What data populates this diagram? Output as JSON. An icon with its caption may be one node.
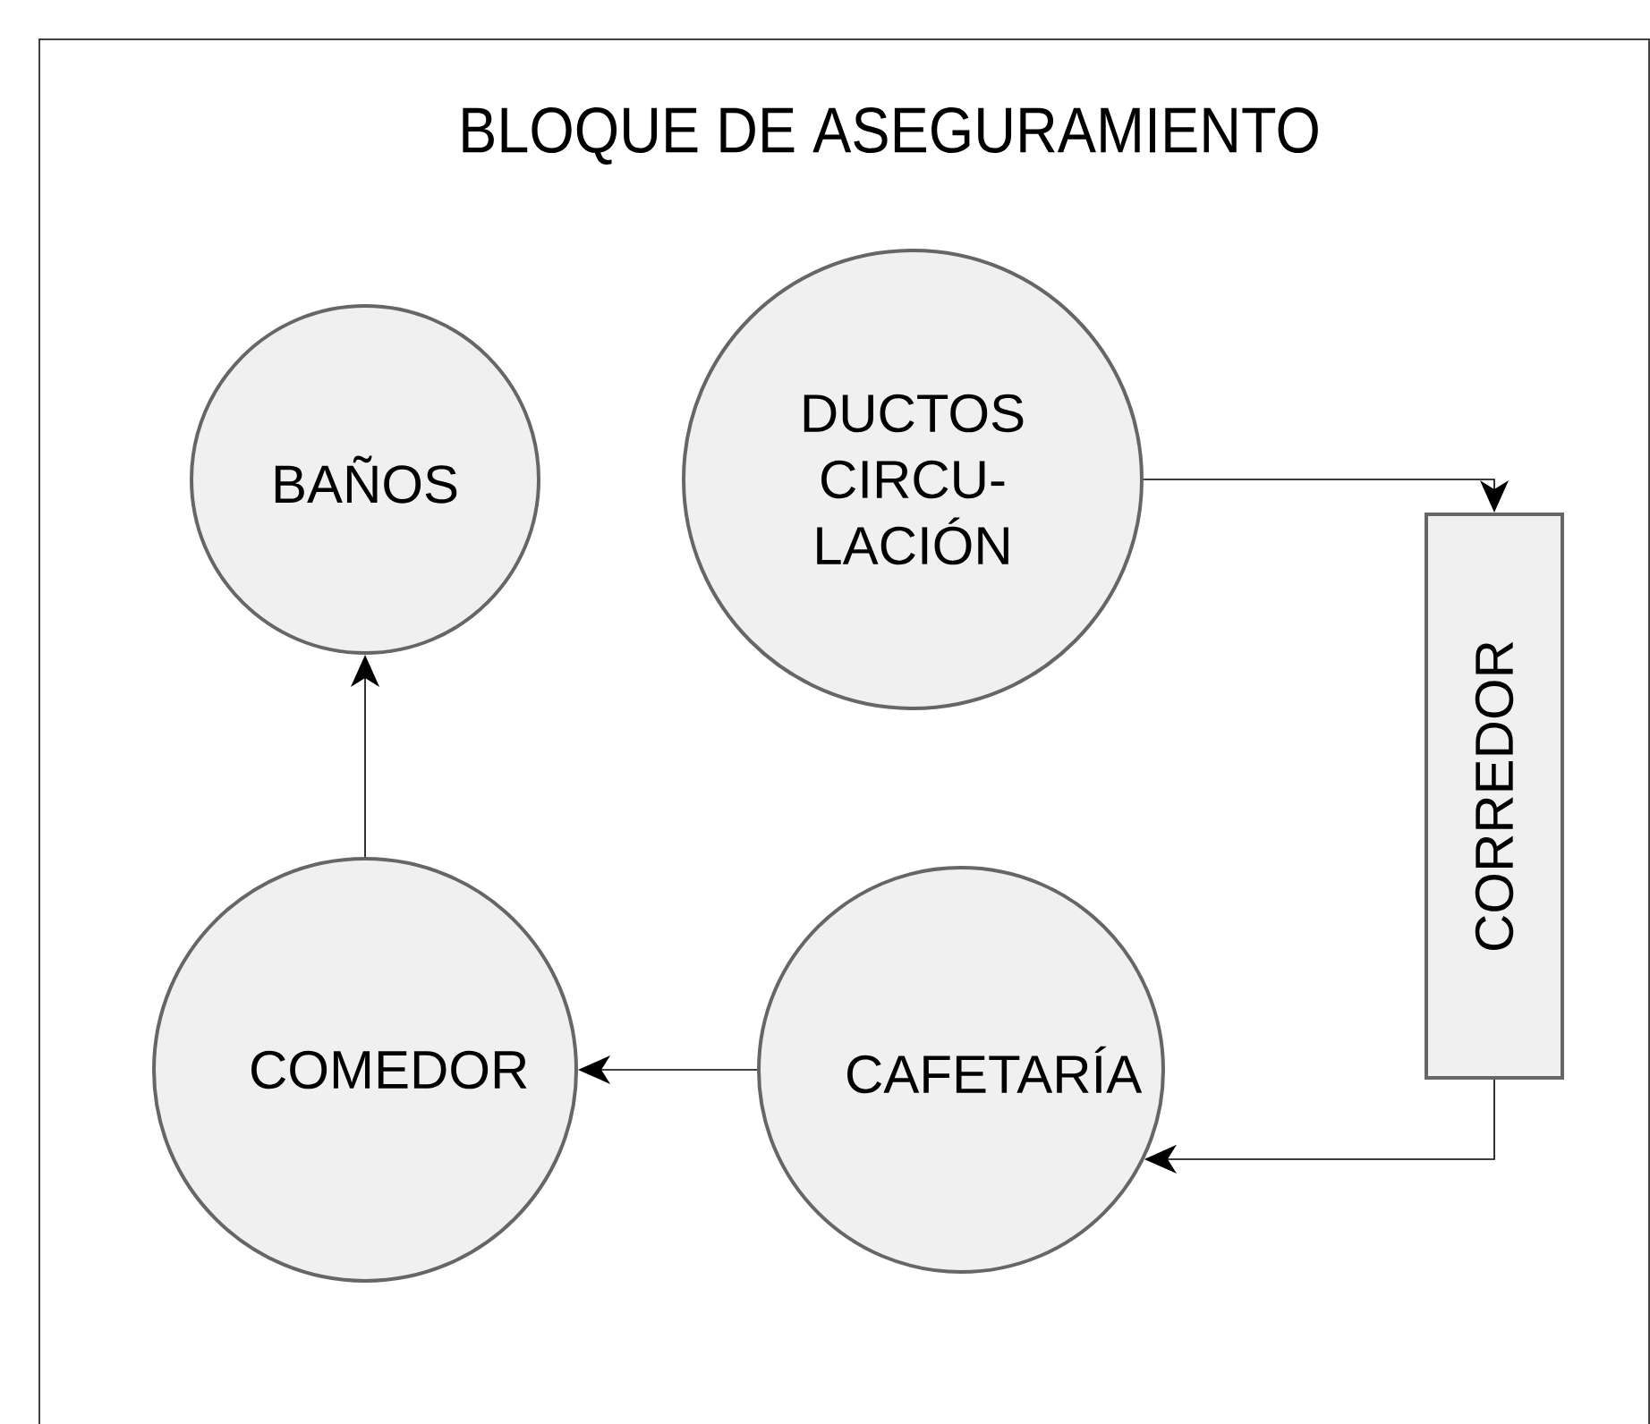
{
  "diagram": {
    "title": "BLOQUE DE ASEGURAMIENTO",
    "nodes": [
      {
        "text": [
          "BAÑOS"
        ]
      },
      {
        "text": [
          "DUCTOS CIRCU- LACIÓN"
        ]
      },
      {
        "text": [
          "CORREDOR"
        ]
      },
      {
        "text": [
          "CAFETARÍA"
        ]
      },
      {
        "text": [
          "COMEDOR"
        ]
      }
    ],
    "edges": [
      {
        "from": 1,
        "to": 2,
        "arrow": "to"
      },
      {
        "from": 2,
        "to": 3,
        "arrow": "to"
      },
      {
        "from": 3,
        "to": 4,
        "arrow": "to"
      },
      {
        "from": 4,
        "to": 0,
        "arrow": "to"
      }
    ]
  }
}
